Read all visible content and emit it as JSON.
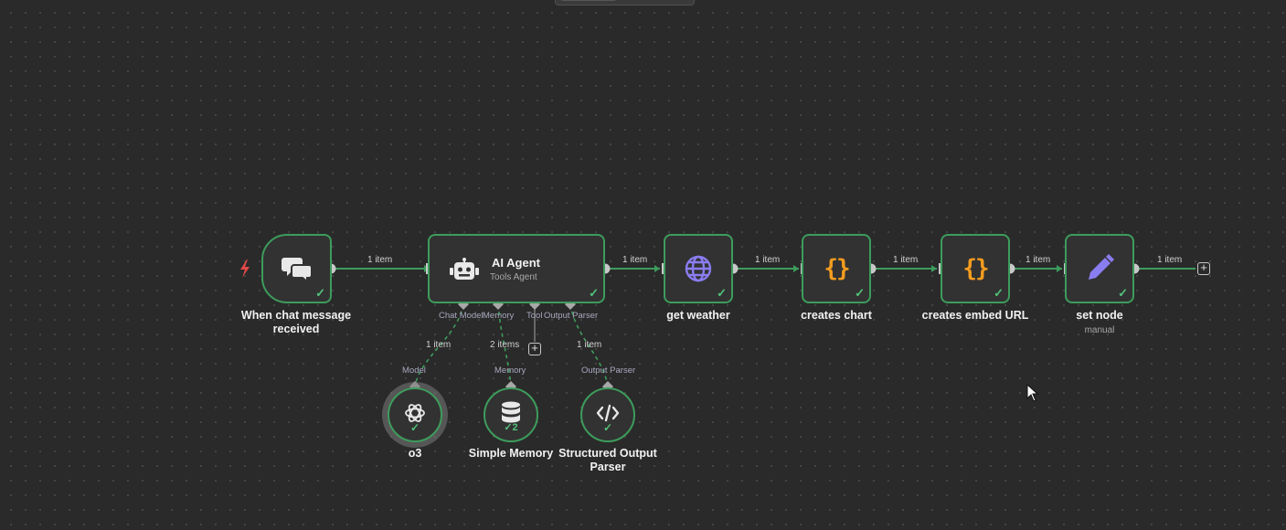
{
  "nodes": {
    "chat_trigger": {
      "label": "When chat message received",
      "icon": "chat-bubbles-icon"
    },
    "ai_agent": {
      "title": "AI Agent",
      "subtitle": "Tools Agent",
      "icon": "robot-icon"
    },
    "get_weather": {
      "label": "get weather",
      "icon": "globe-icon"
    },
    "creates_chart": {
      "label": "creates chart",
      "icon": "curly-braces-icon"
    },
    "creates_embed_url": {
      "label": "creates embed URL",
      "icon": "curly-braces-icon"
    },
    "set_node": {
      "label": "set node",
      "subtitle": "manual",
      "icon": "pencil-icon"
    },
    "o3": {
      "label": "o3",
      "icon": "openai-icon"
    },
    "simple_memory": {
      "label": "Simple Memory",
      "icon": "database-icon",
      "count": "2"
    },
    "structured_output_parser": {
      "label": "Structured Output Parser",
      "icon": "code-icon"
    }
  },
  "edges": {
    "trigger_to_agent": "1 item",
    "agent_to_weather": "1 item",
    "weather_to_chart": "1 item",
    "chart_to_embed": "1 item",
    "embed_to_set": "1 item",
    "set_to_end": "1 item",
    "model_link": "1 item",
    "memory_link": "2 items",
    "parser_link": "1 item"
  },
  "agent_connectors": {
    "chat_model": "Chat Model",
    "memory": "Memory",
    "tool": "Tool",
    "output_parser": "Output Parser"
  },
  "sub_connectors": {
    "model": "Model",
    "memory": "Memory",
    "output_parser": "Output Parser"
  },
  "colors": {
    "canvas": "#2a2a2a",
    "node_border_success": "#3d9c5c",
    "check": "#52c27a",
    "trigger_bolt": "#e04848",
    "code_braces": "#f39c1f",
    "globe": "#8a7df0",
    "pencil": "#8a7df0"
  }
}
